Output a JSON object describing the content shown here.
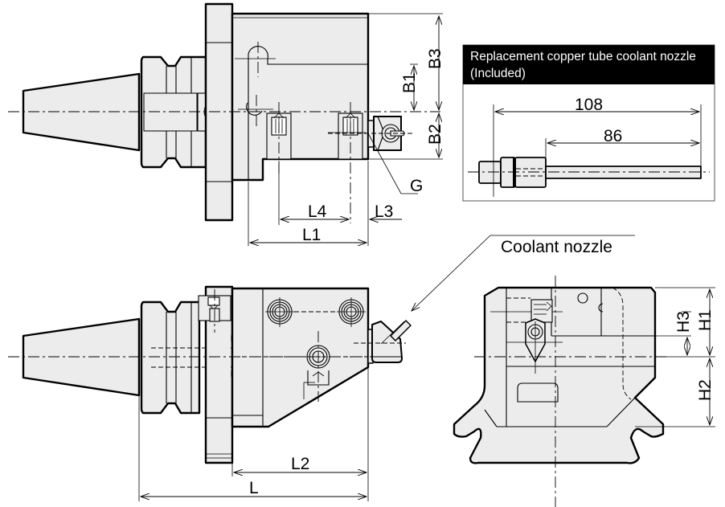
{
  "diagram": {
    "title": "Tool holder technical drawing",
    "views": [
      "top-view",
      "side-view",
      "end-view"
    ],
    "dimension_labels": {
      "B1": "B1",
      "B2": "B2",
      "B3": "B3",
      "L": "L",
      "L1": "L1",
      "L2": "L2",
      "L3": "L3",
      "L4": "L4",
      "H1": "H1",
      "H2": "H2",
      "H3": "H3",
      "G": "G"
    },
    "callouts": {
      "coolant_nozzle": "Coolant nozzle"
    },
    "inset": {
      "title_line1": "Replacement copper tube coolant nozzle",
      "title_line2": "(Included)",
      "overall_length": "108",
      "tube_length": "86"
    },
    "colors": {
      "part_fill": "#ececec",
      "line": "#000000",
      "inset_header": "#000000"
    }
  }
}
